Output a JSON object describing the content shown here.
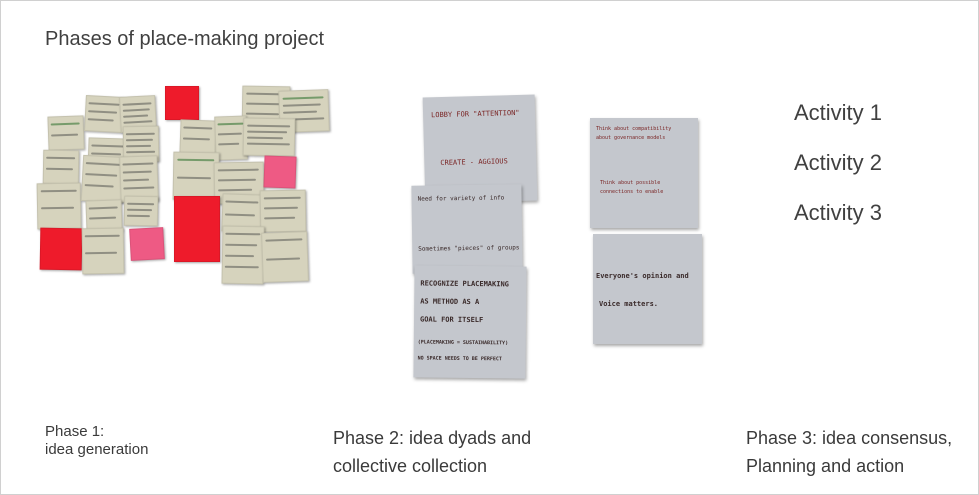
{
  "title": "Phases of place-making project",
  "phase1": {
    "label_line1": "Phase 1:",
    "label_line2": "idea generation"
  },
  "phase2": {
    "label_line1": "Phase 2: idea dyads and",
    "label_line2": "collective collection",
    "card1_lines": [
      "LOBBY FOR \"ATTENTION\"",
      "CREATE - AGGIOUS"
    ],
    "card2_lines": [
      "Need for variety of info",
      "Sometimes \"pieces\" of groups"
    ],
    "card3_lines": [
      "RECOGNIZE PLACEMAKING",
      "AS METHOD AS A",
      "GOAL FOR ITSELF",
      "(PLACEMAKING = SUSTAINABILITY)",
      "NO SPACE NEEDS TO BE PERFECT"
    ]
  },
  "phase3": {
    "label_line1": "Phase 3: idea consensus,",
    "label_line2": "Planning and action",
    "card1_lines": [
      "Think about compatibility",
      "about governance models",
      "Think about possible",
      "connections to enable"
    ],
    "card2_lines": [
      "Everyone's opinion and",
      "Voice matters."
    ]
  },
  "activities": [
    "Activity 1",
    "Activity 2",
    "Activity 3"
  ],
  "colors": {
    "hot_red": "#ee1b2b",
    "pink": "#ee5a84",
    "beige": "#d6d3bd",
    "card_gray": "#c4c7cd"
  }
}
